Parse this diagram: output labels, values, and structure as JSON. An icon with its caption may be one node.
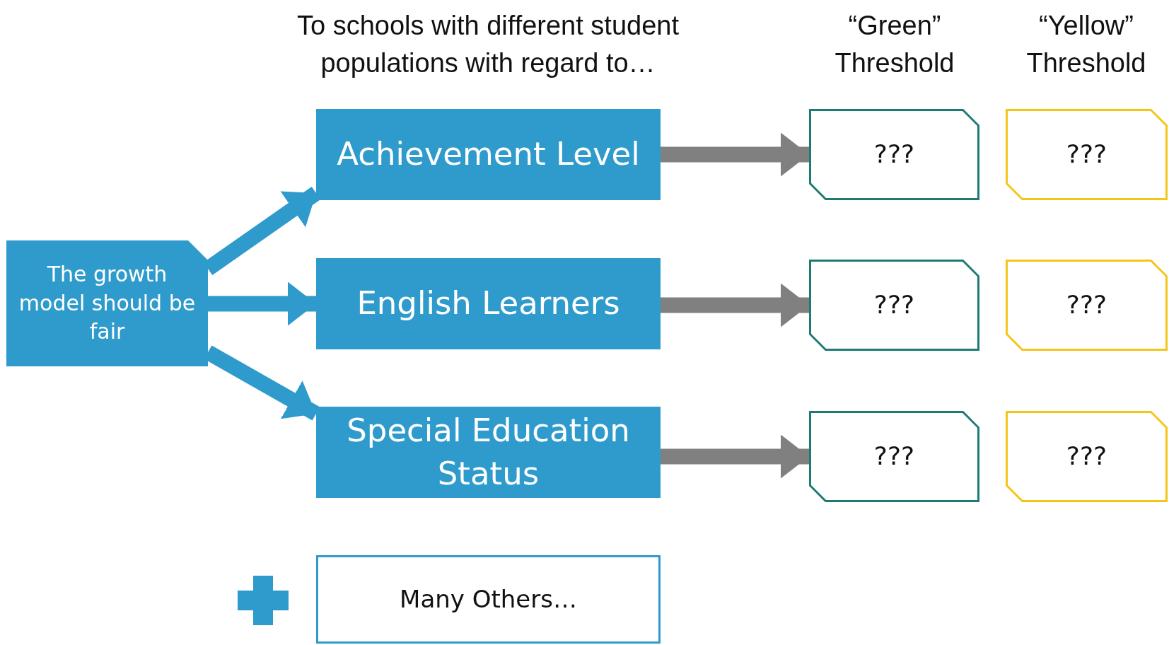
{
  "diagram": {
    "nodes": [
      {
        "text": [
          "The growth model should be fair"
        ]
      },
      {
        "text": [
          "Achievement Level"
        ]
      },
      {
        "text": [
          "English Learners"
        ]
      },
      {
        "text": [
          "Special Education Status"
        ]
      },
      {
        "text": [
          "Many Others…"
        ]
      },
      {
        "text": [
          "???"
        ]
      },
      {
        "text": [
          "???"
        ]
      },
      {
        "text": [
          "???"
        ]
      },
      {
        "text": [
          "???"
        ]
      },
      {
        "text": [
          "???"
        ]
      },
      {
        "text": [
          "???"
        ]
      }
    ],
    "edges": [
      {
        "from": 0,
        "to": 1,
        "arrow": "to",
        "color": "#2e9bcc"
      },
      {
        "from": 0,
        "to": 2,
        "arrow": "to",
        "color": "#2e9bcc"
      },
      {
        "from": 0,
        "to": 3,
        "arrow": "to",
        "color": "#2e9bcc"
      },
      {
        "from": 1,
        "to": 5,
        "arrow": "to",
        "color": "#808080"
      },
      {
        "from": 2,
        "to": 7,
        "arrow": "to",
        "color": "#808080"
      },
      {
        "from": 3,
        "to": 9,
        "arrow": "to",
        "color": "#808080"
      }
    ],
    "labels": [
      "To schools with different student populations with regard to…",
      "“Green” Threshold",
      "“Yellow” Threshold"
    ]
  }
}
